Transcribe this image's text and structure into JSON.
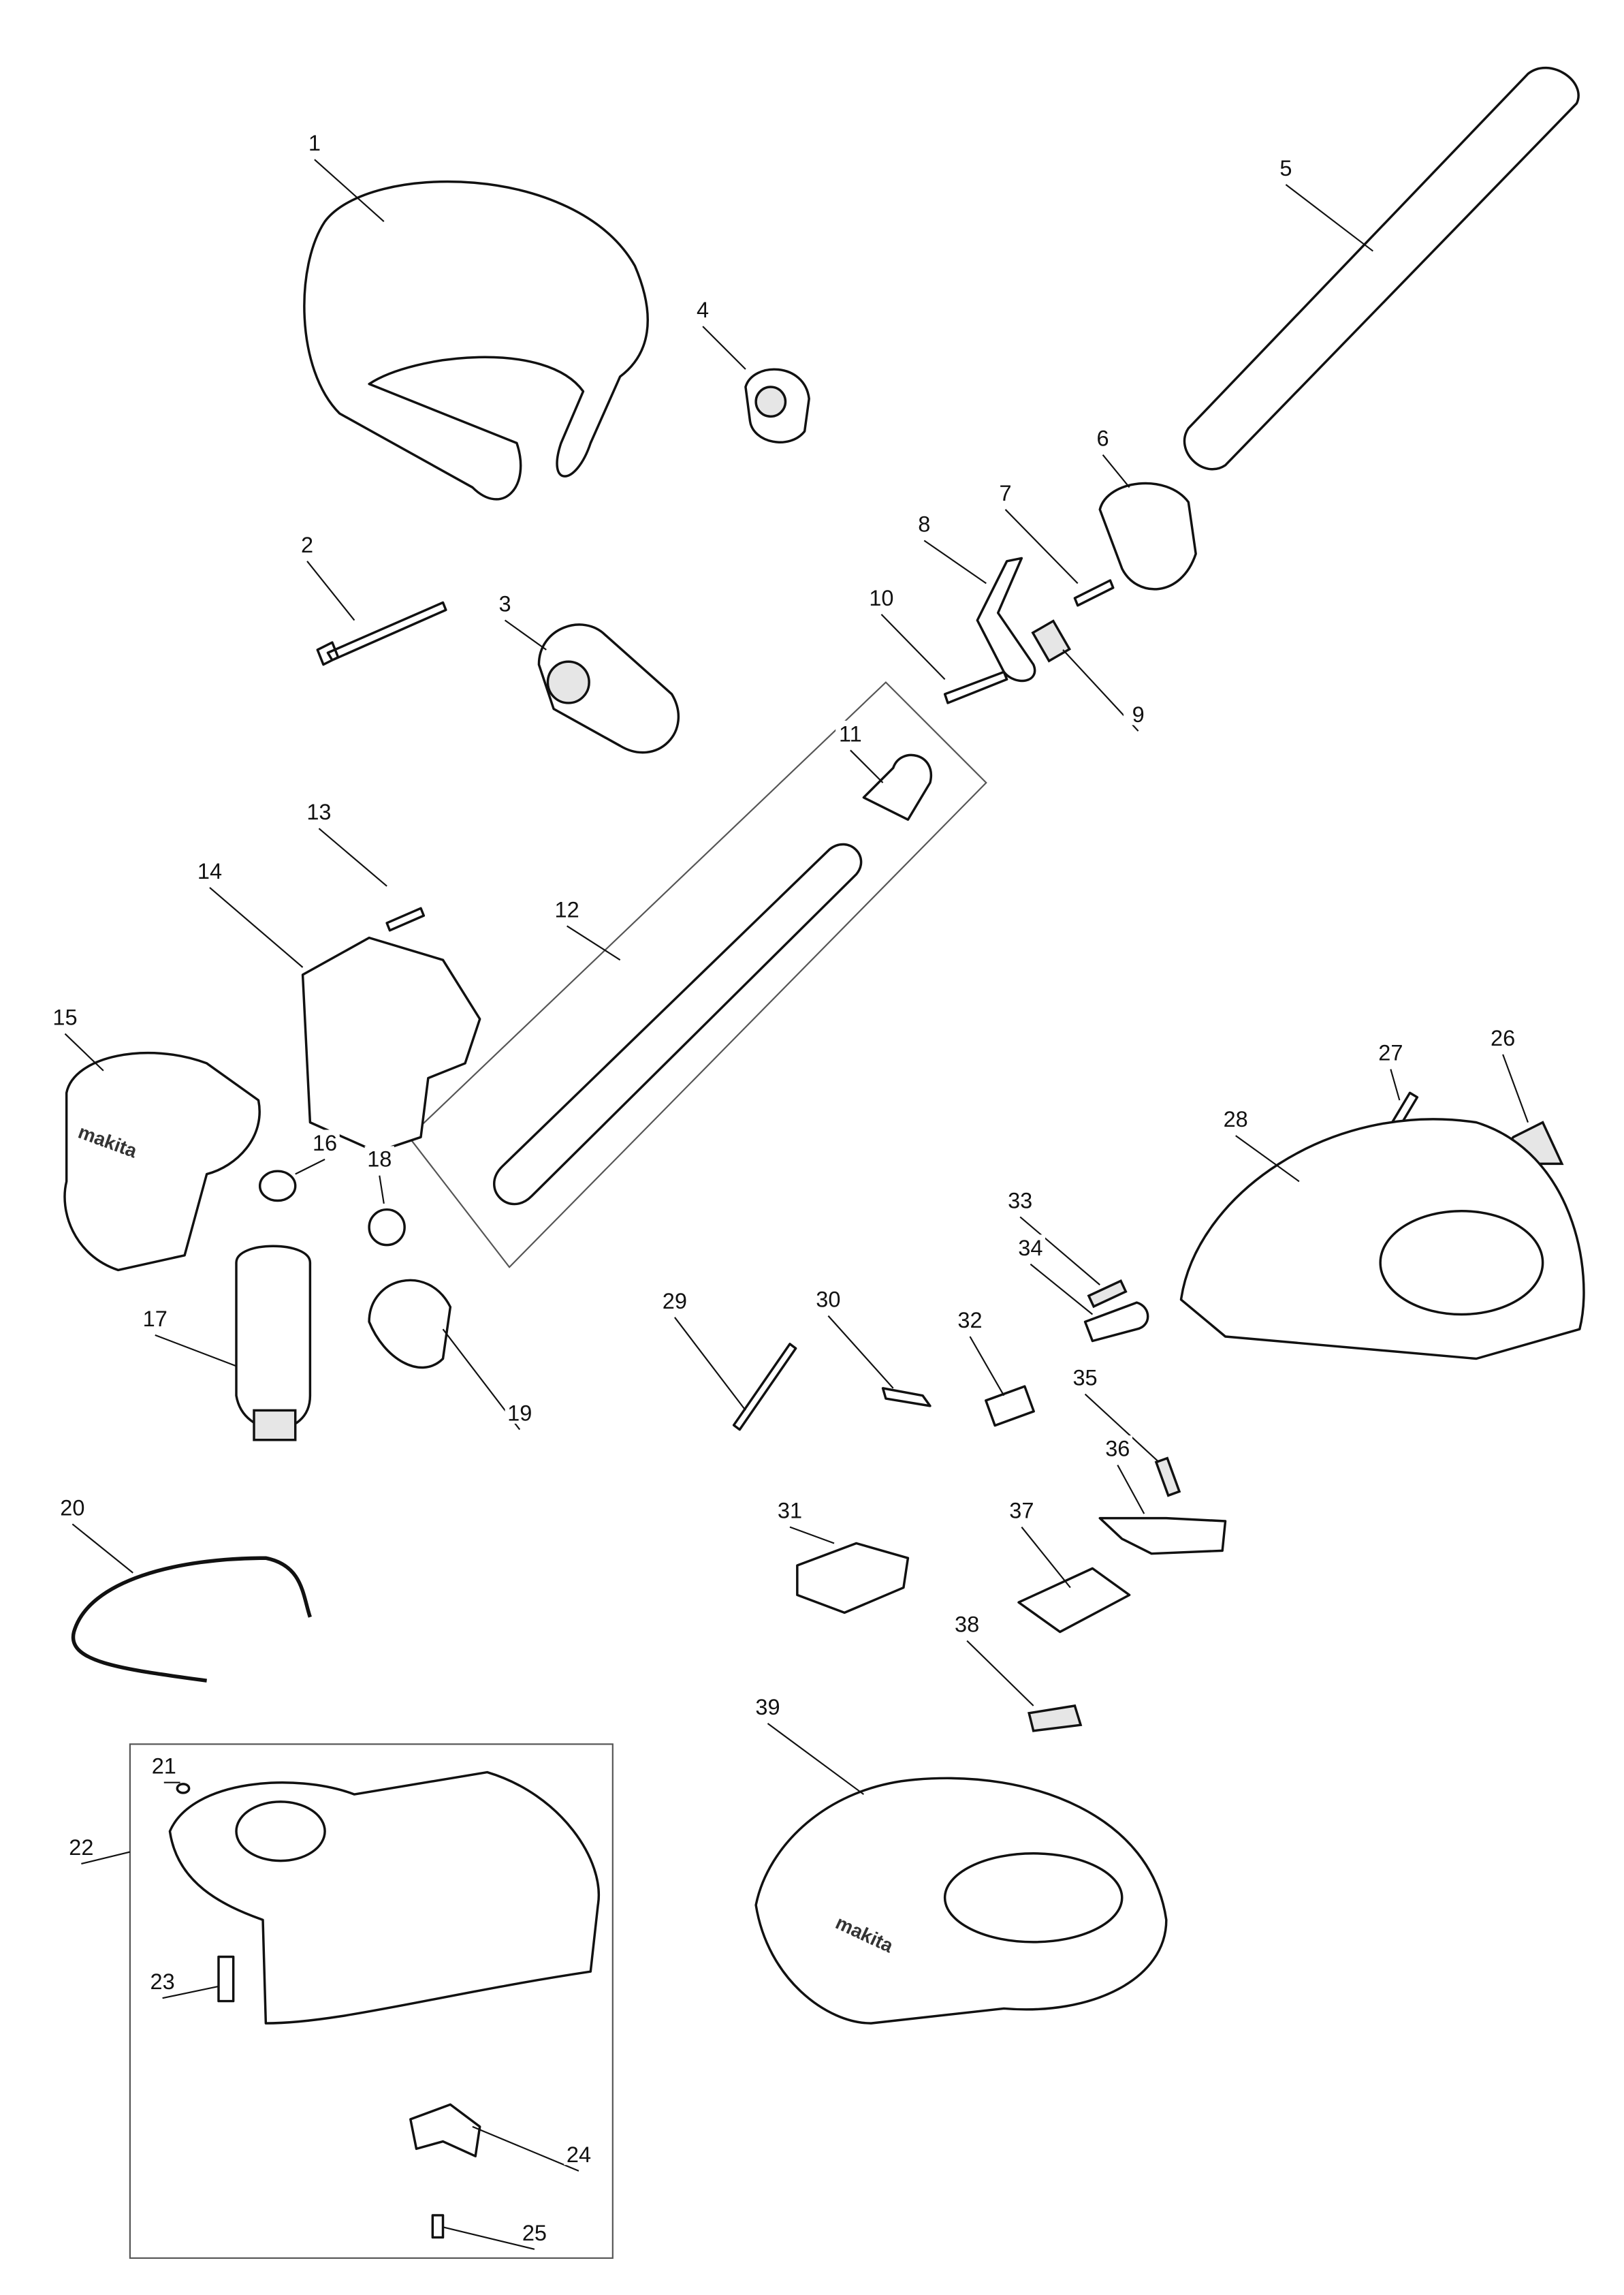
{
  "diagram": {
    "type": "exploded-parts-diagram",
    "brand_marking": "makita",
    "callouts": [
      "1",
      "2",
      "3",
      "4",
      "5",
      "6",
      "7",
      "8",
      "9",
      "10",
      "11",
      "12",
      "13",
      "14",
      "15",
      "16",
      "17",
      "18",
      "19",
      "20",
      "21",
      "22",
      "23",
      "24",
      "25",
      "26",
      "27",
      "28",
      "29",
      "30",
      "31",
      "32",
      "33",
      "34",
      "35",
      "36",
      "37",
      "38",
      "39"
    ]
  }
}
